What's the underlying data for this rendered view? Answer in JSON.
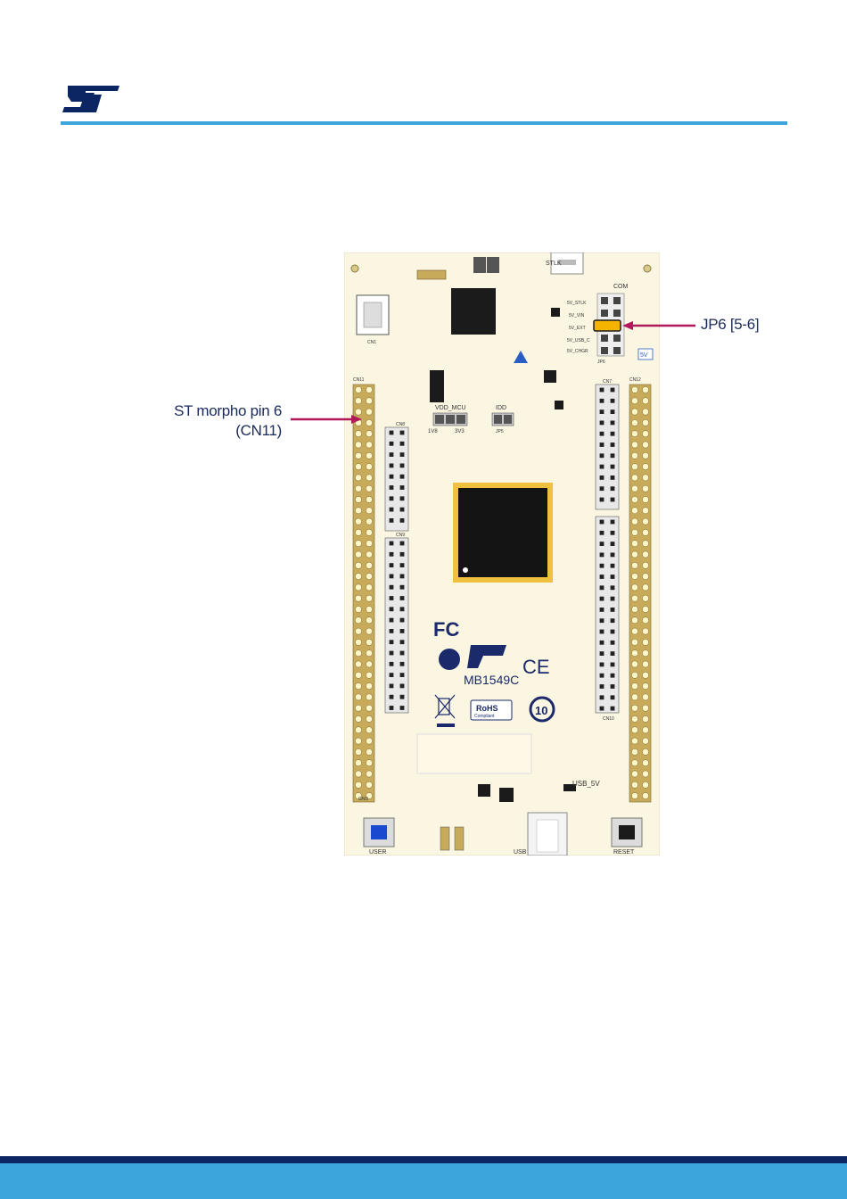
{
  "header": {
    "logo_text": "ST",
    "icons": {
      "logo": "st-logo-icon"
    },
    "colors": {
      "rule": "#3ca6dc",
      "logo": "#0c2563"
    }
  },
  "figure": {
    "board_id": "MB1549C",
    "button_user": "USER",
    "button_reset": "RESET",
    "usb_label": "USB",
    "usb_5v_label": "USB_5V",
    "gnd_label": "GND",
    "cn11_label": "CN11",
    "cn12_label": "CN12",
    "cn10_label": "CN10",
    "cn7_label": "CN7",
    "cn8_label": "CN8",
    "cn9_label": "CN9",
    "cn1_label": "CN1",
    "stlk_label": "STLK",
    "com_label": "COM",
    "jp5_label": "JP5",
    "jp6_label": "JP6",
    "vdd_mcu_label": "VDD_MCU",
    "idd_label": "IDD",
    "v1v8_label": "1V8",
    "v3v3_label": "3V3",
    "v5v_label": "5V",
    "power_labels": [
      "5V_STLK",
      "5V_VIN",
      "5V_EXT",
      "5V_USB_C",
      "5V_CHGR"
    ],
    "rohs_label": "RoHS",
    "rohs_sub": "Compliant",
    "ce_label": "CE",
    "fc_label": "FC",
    "ten_label": "10",
    "colors": {
      "board": "#fbf6e2",
      "header": "#c7ab5a",
      "highlight": "#f5b400"
    }
  },
  "callouts": {
    "left_line1": "ST morpho pin 6",
    "left_line2": "(CN11)",
    "right": "JP6 [5-6]",
    "colors": {
      "arrow": "#b0195a",
      "text": "#1a2a5a"
    }
  },
  "footer": {
    "colors": {
      "dark": "#0c2563",
      "band": "#3ca6dc"
    }
  }
}
